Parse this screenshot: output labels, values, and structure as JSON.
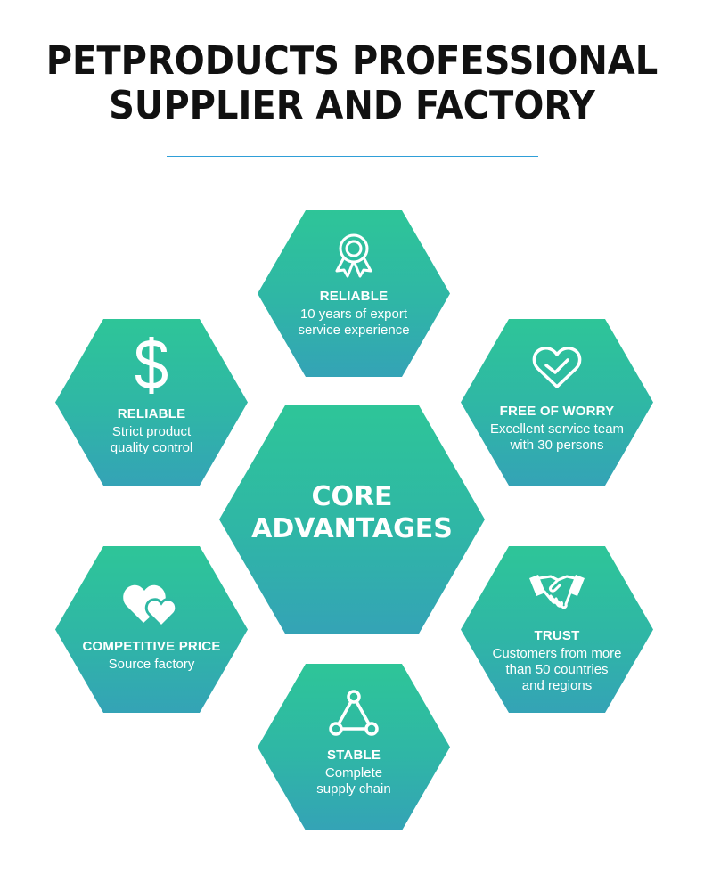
{
  "header": {
    "title_line1": "PETPRODUCTS PROFESSIONAL",
    "title_line2": "SUPPLIER AND FACTORY"
  },
  "center": {
    "line1": "CORE",
    "line2": "ADVANTAGES"
  },
  "advantages": [
    {
      "icon": "award-ribbon-icon",
      "title": "RELIABLE",
      "lines": [
        "10 years of export",
        "service experience"
      ]
    },
    {
      "icon": "dollar-sign-icon",
      "title": "RELIABLE",
      "lines": [
        "Strict product",
        "quality control"
      ]
    },
    {
      "icon": "heart-outline-icon",
      "title": "FREE OF WORRY",
      "lines": [
        "Excellent service team",
        "with 30 persons"
      ]
    },
    {
      "icon": "double-heart-icon",
      "title": "COMPETITIVE PRICE",
      "lines": [
        "Source factory"
      ]
    },
    {
      "icon": "handshake-icon",
      "title": "TRUST",
      "lines": [
        "Customers from more",
        "than 50 countries",
        "and regions"
      ]
    },
    {
      "icon": "network-triangle-icon",
      "title": "STABLE",
      "lines": [
        "Complete",
        "supply chain"
      ]
    }
  ],
  "colors": {
    "hex_top": "#2ec598",
    "hex_bottom": "#34a3b6",
    "divider": "#2f9fd8",
    "title_text": "#111111"
  }
}
